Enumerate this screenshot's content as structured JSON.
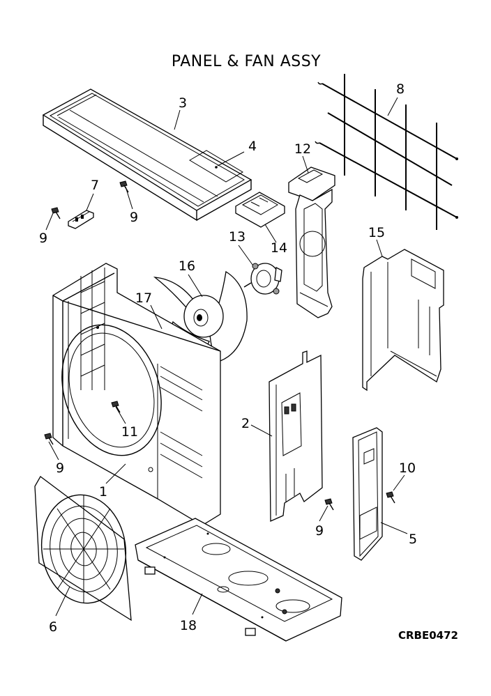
{
  "title": "PANEL & FAN ASSY",
  "drawing_code": "CRBE0472",
  "callouts": [
    {
      "id": "c3",
      "label": "3"
    },
    {
      "id": "c4",
      "label": "4"
    },
    {
      "id": "c8",
      "label": "8"
    },
    {
      "id": "c12",
      "label": "12"
    },
    {
      "id": "c7",
      "label": "7"
    },
    {
      "id": "c9a",
      "label": "9"
    },
    {
      "id": "c9b",
      "label": "9"
    },
    {
      "id": "c13",
      "label": "13"
    },
    {
      "id": "c14",
      "label": "14"
    },
    {
      "id": "c15",
      "label": "15"
    },
    {
      "id": "c16",
      "label": "16"
    },
    {
      "id": "c17",
      "label": "17"
    },
    {
      "id": "c11",
      "label": "11"
    },
    {
      "id": "c2",
      "label": "2"
    },
    {
      "id": "c9c",
      "label": "9"
    },
    {
      "id": "c10",
      "label": "10"
    },
    {
      "id": "c1",
      "label": "1"
    },
    {
      "id": "c9d",
      "label": "9"
    },
    {
      "id": "c5",
      "label": "5"
    },
    {
      "id": "c6",
      "label": "6"
    },
    {
      "id": "c18",
      "label": "18"
    }
  ]
}
